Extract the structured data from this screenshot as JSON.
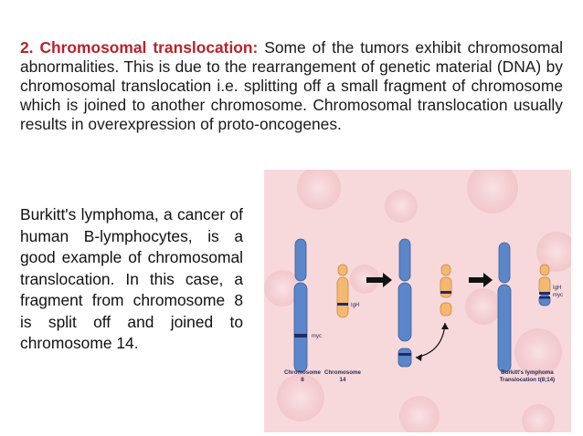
{
  "slide": {
    "heading": "2. Chromosomal translocation:",
    "paragraph": " Some of the tumors exhibit chromosomal abnormalities. This is due to the rearrangement of genetic material (DNA) by chromosomal translocation i.e. splitting off a small fragment of chromosome which is joined to another chromosome. Chromosomal translocation usually results in overexpression of proto-oncogenes.",
    "example_text": "Burkitt's lymphoma, a cancer of human B-lymphocytes, is a good example of chromosomal translocation. In this case, a fragment from chromosome 8 is split off and joined to chromosome 14."
  },
  "figure": {
    "labels": {
      "igh_left": "IgH",
      "myc_left": "myc",
      "chromosome8_line1": "Chromosome",
      "chromosome8_line2": "8",
      "chromosome14_line1": "Chromosome",
      "chromosome14_line2": "14",
      "igh_right": "IgH",
      "myc_right": "myc",
      "result_line1": "Burkitt's lymphoma",
      "result_line2": "Translocation t(8;14)"
    },
    "colors": {
      "background": "#f7d9dc",
      "chromosome8": "#5b86c9",
      "chromosome14": "#f4b870",
      "band": "#1f2a6b",
      "text": "#2a2a55"
    }
  }
}
